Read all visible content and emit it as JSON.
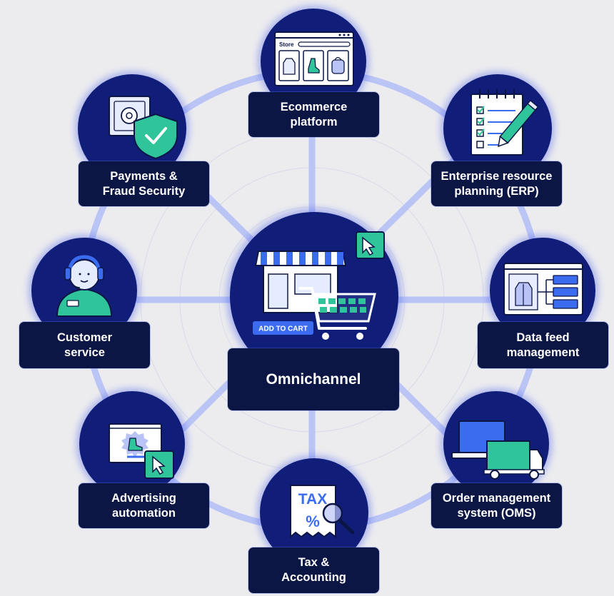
{
  "center": {
    "label": "Omnichannel",
    "cart_button": "ADD TO CART"
  },
  "nodes": {
    "ecommerce": {
      "label": "Ecommerce\nplatform",
      "store_text": "Store"
    },
    "erp": {
      "label": "Enterprise resource\nplanning (ERP)"
    },
    "data_feed": {
      "label": "Data feed\nmanagement"
    },
    "oms": {
      "label": "Order management\nsystem (OMS)"
    },
    "tax": {
      "label": "Tax &\nAccounting",
      "receipt_tax": "TAX",
      "receipt_percent": "%"
    },
    "advertising": {
      "label": "Advertising\nautomation"
    },
    "customer_service": {
      "label": "Customer\nservice"
    },
    "payments": {
      "label": "Payments &\nFraud Security"
    }
  },
  "colors": {
    "background": "#ececef",
    "navy": "#0c1645",
    "circle": "#101e7a",
    "spoke": "#b9c3f6",
    "accent_green": "#2fc49a",
    "accent_blue": "#3b6cf0"
  }
}
